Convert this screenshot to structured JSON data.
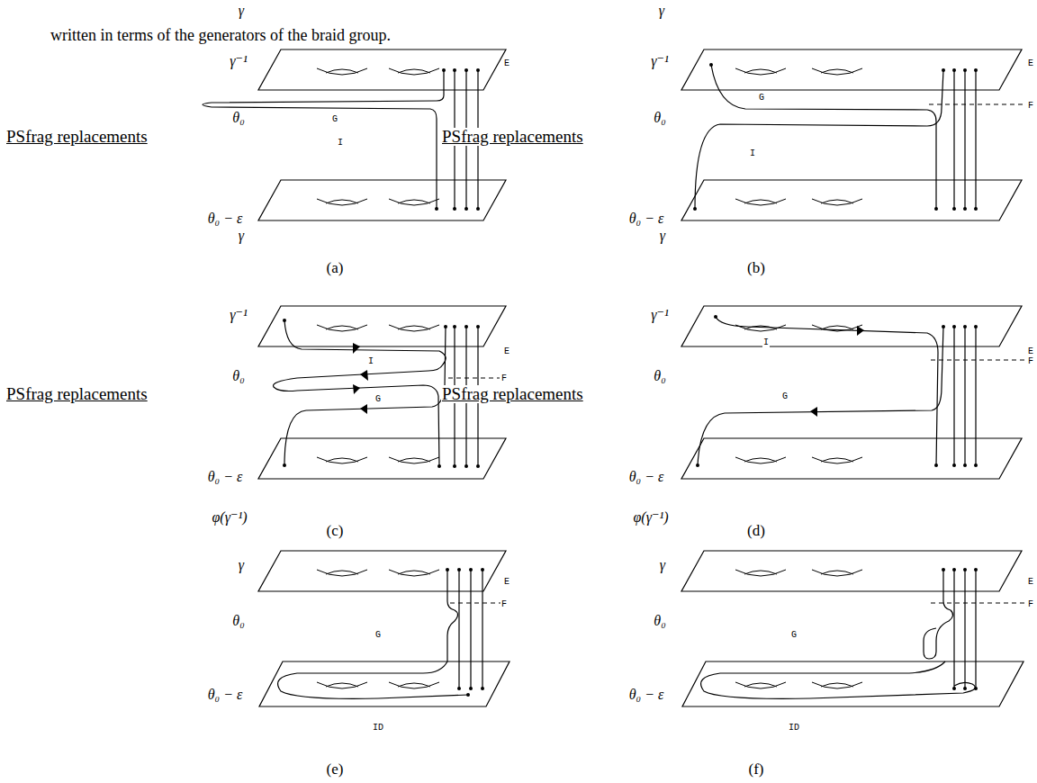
{
  "diagram": {
    "labels": [
      "γ",
      "γ",
      "written in terms of the generators of the braid group.",
      "γ⁻¹",
      "θ₀",
      "PSfrag replacements",
      "θ₀ − ε",
      "γ",
      "E",
      "G",
      "I",
      "(a)",
      "γ⁻¹",
      "θ₀",
      "PSfrag replacements",
      "θ₀ − ε",
      "γ",
      "E",
      "F",
      "G",
      "I",
      "(b)",
      "γ⁻¹",
      "E",
      "I",
      "θ₀",
      "F",
      "G",
      "PSfrag replacements",
      "θ₀ − ε",
      "φ(γ⁻¹)",
      "(c)",
      "γ⁻¹",
      "E",
      "I",
      "θ₀",
      "F",
      "G",
      "PSfrag replacements",
      "θ₀ − ε",
      "φ(γ⁻¹)",
      "(d)",
      "γ",
      "E",
      "θ₀",
      "F",
      "G",
      "θ₀ − ε",
      "ID",
      "(e)",
      "γ",
      "E",
      "θ₀",
      "F",
      "G",
      "θ₀ − ε",
      "ID",
      "(f)"
    ]
  }
}
